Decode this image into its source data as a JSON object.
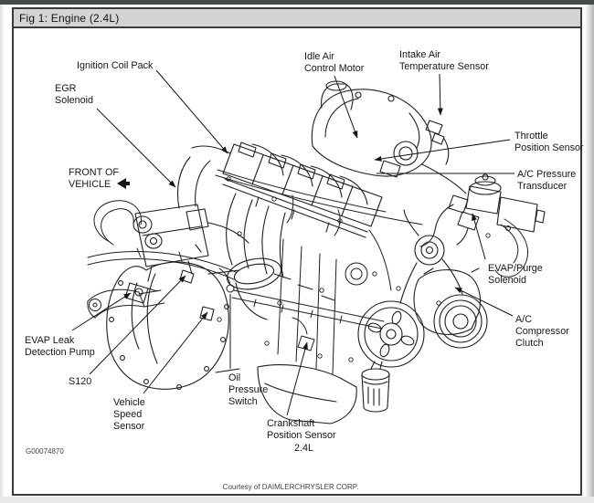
{
  "window": {
    "title": "Fig 1: Engine (2.4L)"
  },
  "figure": {
    "front_marker": {
      "line1": "FRONT OF",
      "line2": "VEHICLE"
    },
    "id_code": "G00074870",
    "courtesy": "Courtesy of DAIMLERCHRYSLER CORP."
  },
  "callouts": [
    {
      "id": "ignition-coil-pack",
      "lines": [
        "Ignition Coil Pack"
      ]
    },
    {
      "id": "egr-solenoid",
      "lines": [
        "EGR",
        "Solenoid"
      ]
    },
    {
      "id": "idle-air-control-motor",
      "lines": [
        "Idle Air",
        "Control Motor"
      ]
    },
    {
      "id": "intake-air-temperature-sensor",
      "lines": [
        "Intake Air",
        "Temperature Sensor"
      ]
    },
    {
      "id": "throttle-position-sensor",
      "lines": [
        "Throttle",
        "Position Sensor"
      ]
    },
    {
      "id": "ac-pressure-transducer",
      "lines": [
        "A/C Pressure",
        "Transducer"
      ]
    },
    {
      "id": "evap-purge-solenoid",
      "lines": [
        "EVAP/Purge",
        "Solenoid"
      ]
    },
    {
      "id": "ac-compressor-clutch",
      "lines": [
        "A/C",
        "Compressor",
        "Clutch"
      ]
    },
    {
      "id": "evap-leak-detection-pump",
      "lines": [
        "EVAP Leak",
        "Detection Pump"
      ]
    },
    {
      "id": "s120",
      "lines": [
        "S120"
      ]
    },
    {
      "id": "vehicle-speed-sensor",
      "lines": [
        "Vehicle",
        "Speed",
        "Sensor"
      ]
    },
    {
      "id": "oil-pressure-switch",
      "lines": [
        "Oil",
        "Pressure",
        "Switch"
      ]
    },
    {
      "id": "crankshaft-position-sensor",
      "lines": [
        "Crankshaft",
        "Position Sensor",
        "2.4L"
      ]
    }
  ],
  "colors": {
    "line_art": "#1e1e1e",
    "label_text": "#161616",
    "footer_text": "#3f3f3f",
    "window_border": "#3b3b3b",
    "title_bar_bg": "#d4d4d4",
    "top_strip": "#46494a",
    "outside_bg": "#e8e8e8",
    "canvas_bg": "#ffffff"
  }
}
